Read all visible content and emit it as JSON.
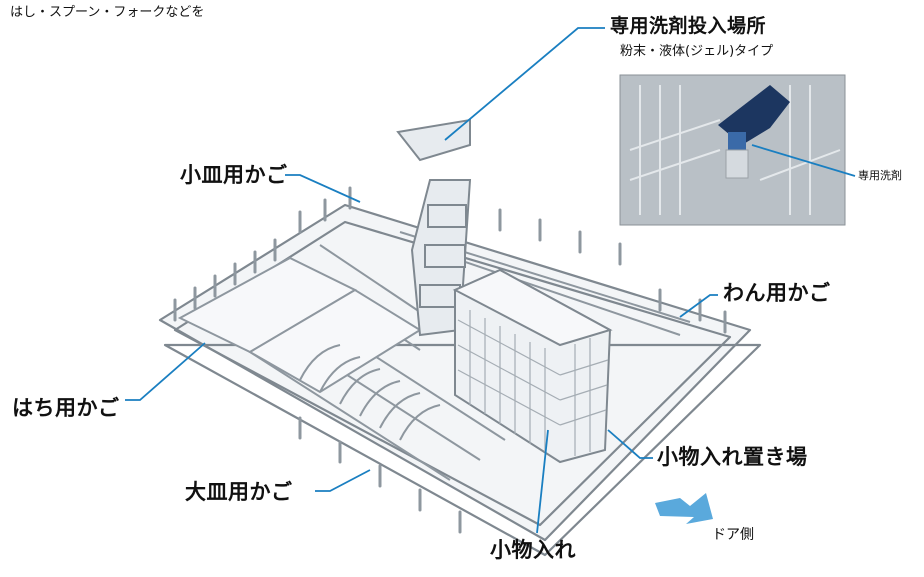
{
  "caption_top": "はし・スプーン・フォークなどを",
  "detergent_inlet": {
    "title": "専用洗剤投入場所",
    "subtitle": "粉末・液体(ジェル)タイプ",
    "inset_label": "専用洗剤"
  },
  "labels": {
    "small_plate_basket": "小皿用かご",
    "bowl_basket": "わん用かご",
    "deep_dish_basket": "はち用かご",
    "utensil_holder_place": "小物入れ置き場",
    "large_plate_basket": "大皿用かご",
    "utensil_holder": "小物入れ",
    "door_side": "ドア側"
  },
  "colors": {
    "callout_line": "#1a7fc1",
    "arrow": "#5aa9dc",
    "rack_stroke": "#7f8890",
    "rack_fill": "#eef1f4",
    "inset_bg": "#b9c0c6"
  }
}
